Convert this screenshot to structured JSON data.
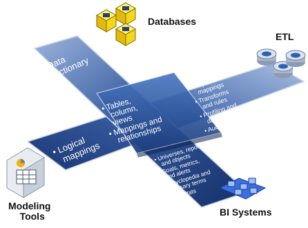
{
  "labels": {
    "databases": "Databases",
    "etl": "ETL",
    "modeling_tools": [
      "Modeling",
      "Tools"
    ],
    "bi_systems": "BI Systems"
  },
  "panels": {
    "data_dictionary": [
      "• Data",
      "dictionary"
    ],
    "logical_mappings": [
      "• Logical",
      "mappings"
    ],
    "center": [
      "• Tables,",
      "column,",
      "views",
      "• Mappings and",
      "relationships"
    ],
    "etl_items": [
      "• Physical",
      "mappings",
      "• Transforms",
      "and rules",
      "• Profiling and",
      "data quality",
      "• Audit stats"
    ],
    "bi_items": [
      "• Universes, reports,",
      "and objects",
      "• Goals, metrics,",
      "and alerts",
      "• Encyclopedia and",
      "glossary terms",
      "• Audit stats"
    ]
  },
  "colors": {
    "panel_dark": "#1d3f7c",
    "panel_light": "#6f8fc4",
    "center": "#2d5aa3",
    "database_yellow": "#f4d61a",
    "etl_blue": "#2a63b4",
    "bi_blue": "#3a6fe0"
  },
  "icons": [
    "database-icon",
    "etl-drum-icon",
    "modeling-document-icon",
    "bi-systems-icon"
  ]
}
